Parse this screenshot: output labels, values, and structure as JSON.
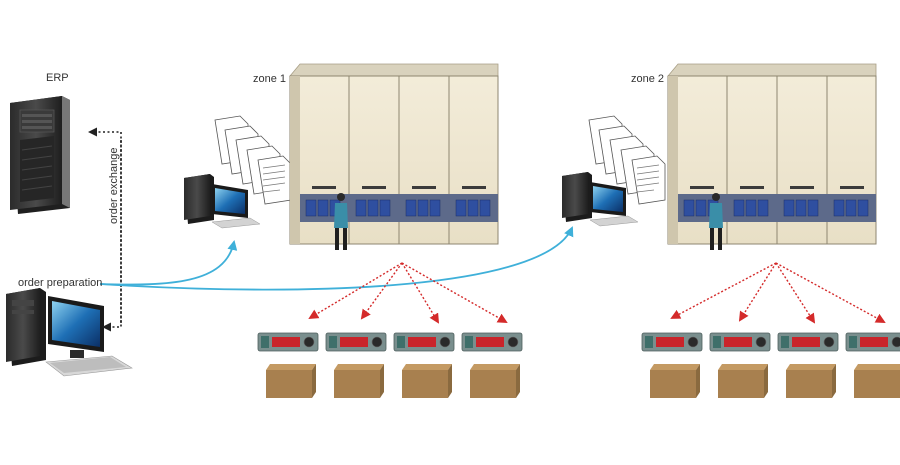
{
  "labels": {
    "erp": "ERP",
    "order_exchange": "order exchange",
    "order_preparation": "order preparation",
    "zone1": "zone 1",
    "zone2": "zone 2"
  },
  "zones": [
    {
      "name": "zone 1",
      "displays": 4,
      "boxes": 4
    },
    {
      "name": "zone 2",
      "displays": 4,
      "boxes": 4
    }
  ],
  "colors": {
    "flow_arrow": "#3fb0d9",
    "pick_arrow": "#d42a2a",
    "exchange_arrow": "#222222",
    "box": "#a8804f",
    "display_led": "#c9252b",
    "tray": "#2f4fa0"
  }
}
